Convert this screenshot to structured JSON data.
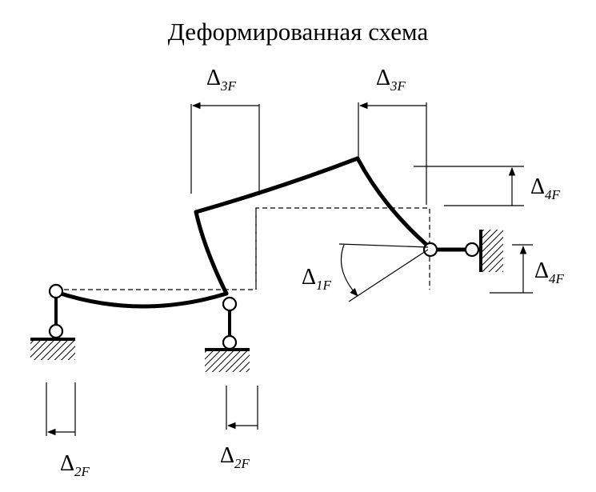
{
  "title": "Деформированная схема",
  "labels": {
    "delta": "Δ",
    "d3f": "3F",
    "d4f": "4F",
    "d1f": "1F",
    "d2f": "2F"
  }
}
